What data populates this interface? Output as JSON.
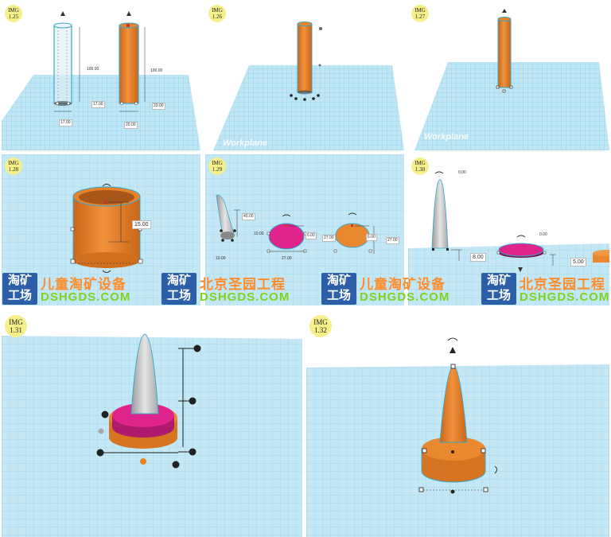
{
  "figures": [
    {
      "id": "1.25",
      "badge": "IMG\n1.25",
      "dims": [
        "100.00",
        "100.00",
        "17.00",
        "17.00",
        "20.00",
        "20.00"
      ]
    },
    {
      "id": "1.26",
      "badge": "IMG\n1.26",
      "workplane": "Workplane"
    },
    {
      "id": "1.27",
      "badge": "IMG\n1.27",
      "workplane": "Workplane"
    },
    {
      "id": "1.28",
      "badge": "IMG\n1.28",
      "dims": [
        "15.00"
      ]
    },
    {
      "id": "1.29",
      "badge": "IMG\n1.29",
      "dims": [
        "40.00",
        "10.00",
        "10.00",
        "6.00",
        "27.00",
        "27.00",
        "6.00",
        "27.00"
      ]
    },
    {
      "id": "1.30",
      "badge": "IMG\n1.30",
      "dims": [
        "0.00",
        "0.00",
        "8.00",
        "5.00"
      ]
    },
    {
      "id": "1.31",
      "badge": "IMG\n1.31"
    },
    {
      "id": "1.32",
      "badge": "IMG\n1.32"
    }
  ],
  "watermarks": [
    {
      "logo": "淘矿\n工场",
      "name": "儿童淘矿设备",
      "url": "DSHGDS.COM"
    },
    {
      "logo": "淘矿\n工场",
      "name": "北京圣园工程",
      "url": "DSHGDS.COM"
    },
    {
      "logo": "淘矿\n工场",
      "name": "儿童淘矿设备",
      "url": "DSHGDS.COM"
    },
    {
      "logo": "淘矿\n工场",
      "name": "北京圣园工程",
      "url": "DSHGDS.COM"
    }
  ],
  "colors": {
    "orange": "#e8832a",
    "pink": "#e0248c",
    "gray": "#c9c9c9",
    "grid": "#a9dcef",
    "badge": "#f5f08a"
  }
}
